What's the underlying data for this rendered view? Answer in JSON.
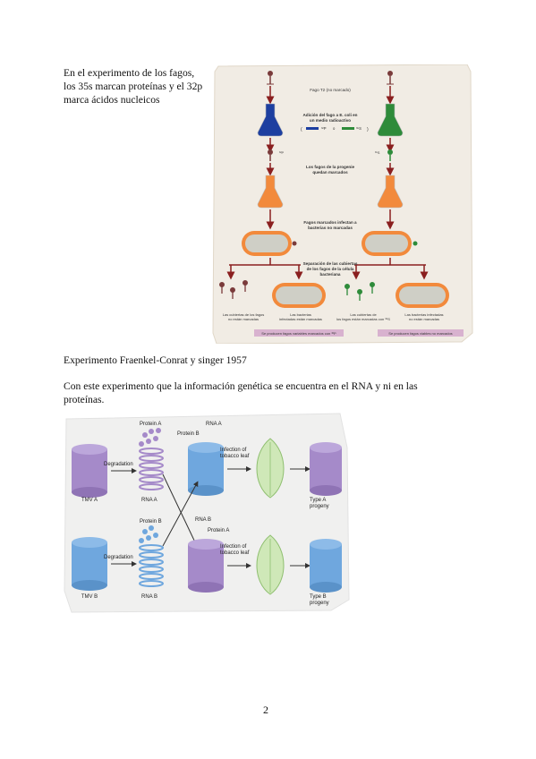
{
  "intro_text": "En el experimento de los fagos,\nlos 35s marcan proteínas y el 32p\nmarca ácidos nucleicos",
  "heading2": "Experimento Fraenkel-Conrat y singer 1957",
  "paragraph2": "Con este experimento que la información genética se encuentra en el RNA y ni en las\nproteínas.",
  "page_number": "2",
  "fig1": {
    "label_phage": "Fago T2 (no marcado)",
    "label_add_line1": "Adición del fago a E. coli en",
    "label_add_line2": "un medio radioactivo",
    "label_32p": "³²P",
    "label_o": "o",
    "label_35s": "³⁵S",
    "label_progeny_line1": "Los fagos de la progenie",
    "label_progeny_line2": "quedan marcados",
    "label_infect_line1": "Fagos marcados infectan a",
    "label_infect_line2": "bacterias no marcadas",
    "label_sep_line1": "Separación de las cubiertas",
    "label_sep_line2": "de los fagos de la célula",
    "label_sep_line3": "bacteriana",
    "label_b1_line1": "Las cubiertas de los fagos",
    "label_b1_line2": "no están marcadas",
    "label_b2_line1": "Las bacterias",
    "label_b2_line2": "infectadas están marcadas",
    "label_b3_line1": "Las cubiertas de",
    "label_b3_line2": "los fagos están marcadas con ³⁵S",
    "label_b4_line1": "Las bacterias infectadas",
    "label_b4_line2": "no están marcadas",
    "result_left": "Se producen fagos variables marcados con ³²P",
    "result_right": "Se producen fagos viables no marcados",
    "colors": {
      "blue_flask": "#1d3fa0",
      "green_flask": "#2e8b3a",
      "orange": "#f28a3c",
      "result_bar": "#d8b2cf",
      "arrow": "#8a1f1f"
    }
  },
  "fig2": {
    "protein_a": "Protein A",
    "rna_a_top": "RNA A",
    "protein_b_top": "Protein B",
    "degradation_top": "Degradation",
    "infection_top_1": "Infection of",
    "infection_top_2": "tobacco leaf",
    "tmv_a": "TMV A",
    "rna_a": "RNA A",
    "type_a_1": "Type A",
    "type_a_2": "progeny",
    "protein_b": "Protein B",
    "rna_b_mid": "RNA B",
    "protein_a_mid": "Protein A",
    "degradation_bottom": "Degradation",
    "infection_bottom_1": "Infection of",
    "infection_bottom_2": "tobacco leaf",
    "tmv_b": "TMV B",
    "rna_b": "RNA B",
    "type_b_1": "Type B",
    "type_b_2": "progeny",
    "colors": {
      "purple": "#a58ac9",
      "blue": "#6fa7de",
      "leaf": "#cfe8b8"
    }
  }
}
